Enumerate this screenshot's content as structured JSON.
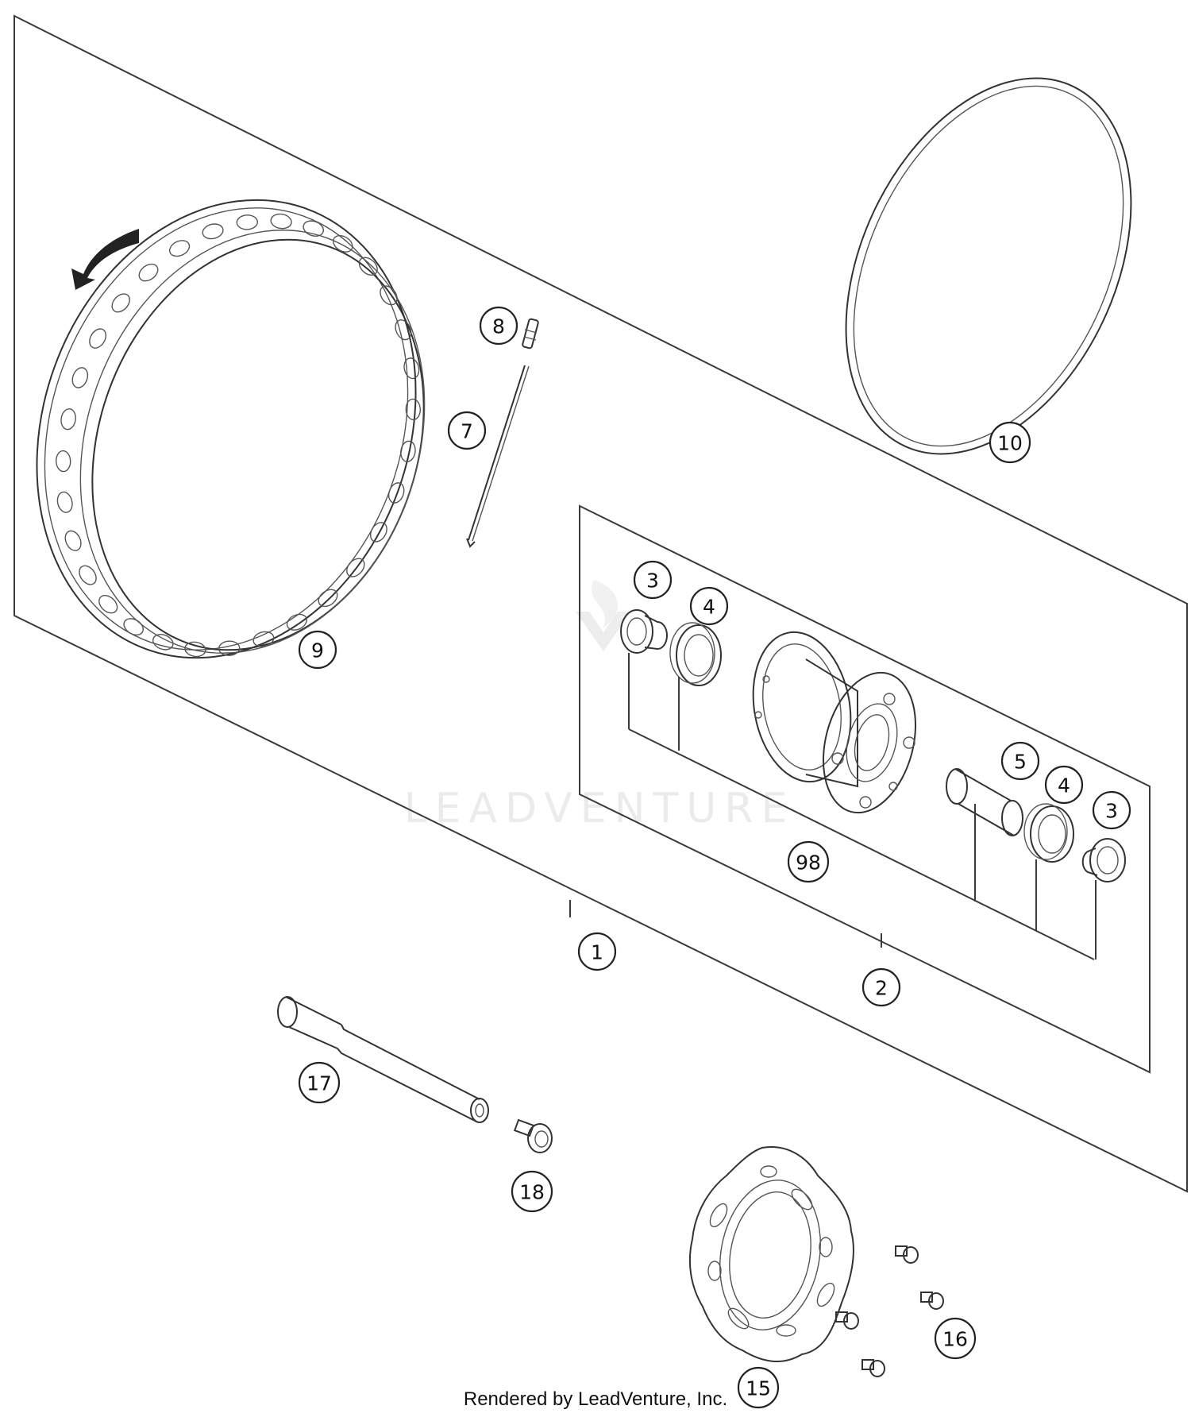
{
  "callouts": [
    {
      "id": "1",
      "label": "1"
    },
    {
      "id": "2",
      "label": "2"
    },
    {
      "id": "3a",
      "label": "3"
    },
    {
      "id": "3b",
      "label": "3"
    },
    {
      "id": "4a",
      "label": "4"
    },
    {
      "id": "4b",
      "label": "4"
    },
    {
      "id": "5",
      "label": "5"
    },
    {
      "id": "7",
      "label": "7"
    },
    {
      "id": "8",
      "label": "8"
    },
    {
      "id": "9",
      "label": "9"
    },
    {
      "id": "10",
      "label": "10"
    },
    {
      "id": "15",
      "label": "15"
    },
    {
      "id": "16",
      "label": "16"
    },
    {
      "id": "17",
      "label": "17"
    },
    {
      "id": "18",
      "label": "18"
    },
    {
      "id": "98",
      "label": "98"
    }
  ],
  "watermark": "LEADVENTURE",
  "footer": "Rendered by LeadVenture, Inc."
}
